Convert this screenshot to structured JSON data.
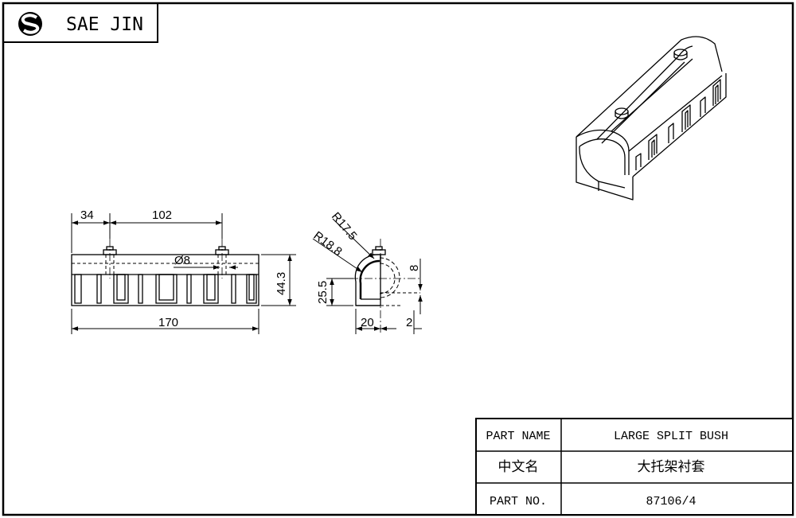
{
  "header": {
    "brand_name": "SAE JIN",
    "logo_icon": "sae-jin-s-logo-icon"
  },
  "front_view": {
    "dims": [
      "34",
      "102",
      "Ø8",
      "170",
      "44.3"
    ]
  },
  "side_view": {
    "dims": [
      "R17.5",
      "R18.8",
      "25.5",
      "8",
      "20",
      "2"
    ]
  },
  "title_block": {
    "rows": [
      {
        "label": "PART NAME",
        "value": "LARGE SPLIT BUSH"
      },
      {
        "label": "中文名",
        "value": "大托架衬套"
      },
      {
        "label": "PART NO.",
        "value": "87106/4"
      }
    ]
  }
}
